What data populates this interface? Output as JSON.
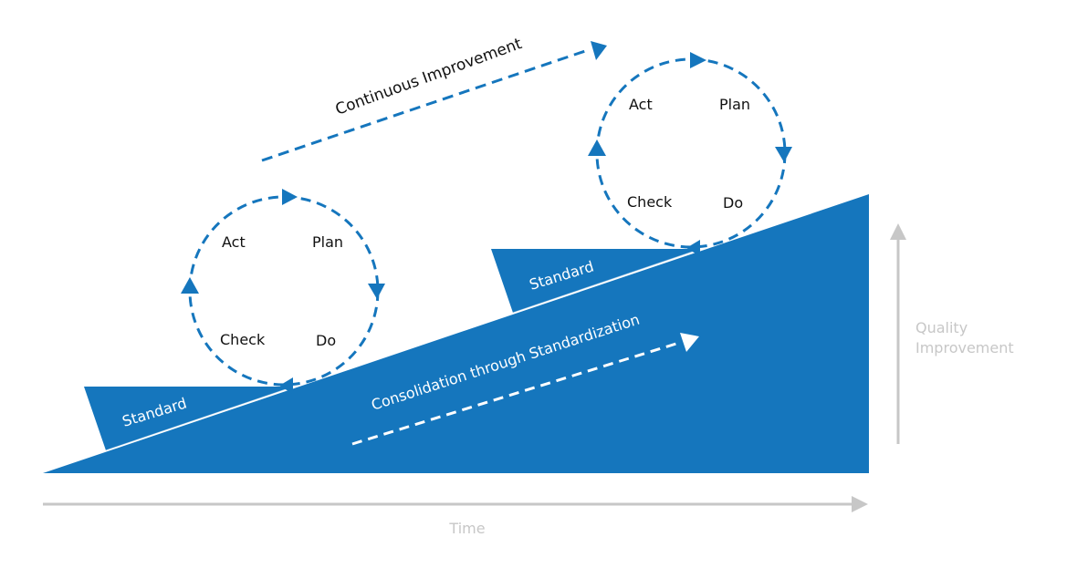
{
  "colors": {
    "primary": "#1576bd",
    "axis": "#c7c7c7",
    "text": "#111111",
    "on_primary": "#ffffff"
  },
  "labels": {
    "continuous_improvement": "Continuous Improvement",
    "consolidation": "Consolidation through Standardization",
    "time_axis": "Time",
    "quality_axis_line1": "Quality",
    "quality_axis_line2": "Improvement"
  },
  "standards": [
    {
      "label": "Standard"
    },
    {
      "label": "Standard"
    }
  ],
  "pdca_cycles": [
    {
      "act": "Act",
      "plan": "Plan",
      "do": "Do",
      "check": "Check"
    },
    {
      "act": "Act",
      "plan": "Plan",
      "do": "Do",
      "check": "Check"
    }
  ]
}
